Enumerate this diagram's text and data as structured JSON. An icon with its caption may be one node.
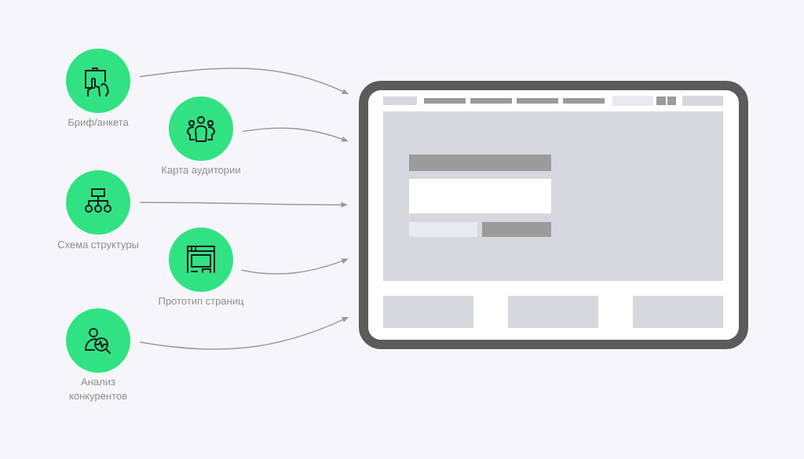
{
  "diagram": {
    "nodes": [
      {
        "text": [
          "Бриф/анкета"
        ]
      },
      {
        "text": [
          "Карта аудитории"
        ]
      },
      {
        "text": [
          "Схема структуры"
        ]
      },
      {
        "text": [
          "Прототип страниц"
        ]
      },
      {
        "text": [
          "Анализ конкурентов"
        ]
      },
      {
        "text": [],
        "shape": "picture"
      }
    ],
    "edges": [
      {
        "from": 0,
        "to": 5,
        "arrow": "to"
      },
      {
        "from": 1,
        "to": 5,
        "arrow": "to"
      },
      {
        "from": 2,
        "to": 5,
        "arrow": "to"
      },
      {
        "from": 3,
        "to": 5,
        "arrow": "to"
      },
      {
        "from": 4,
        "to": 5,
        "arrow": "to"
      }
    ]
  }
}
